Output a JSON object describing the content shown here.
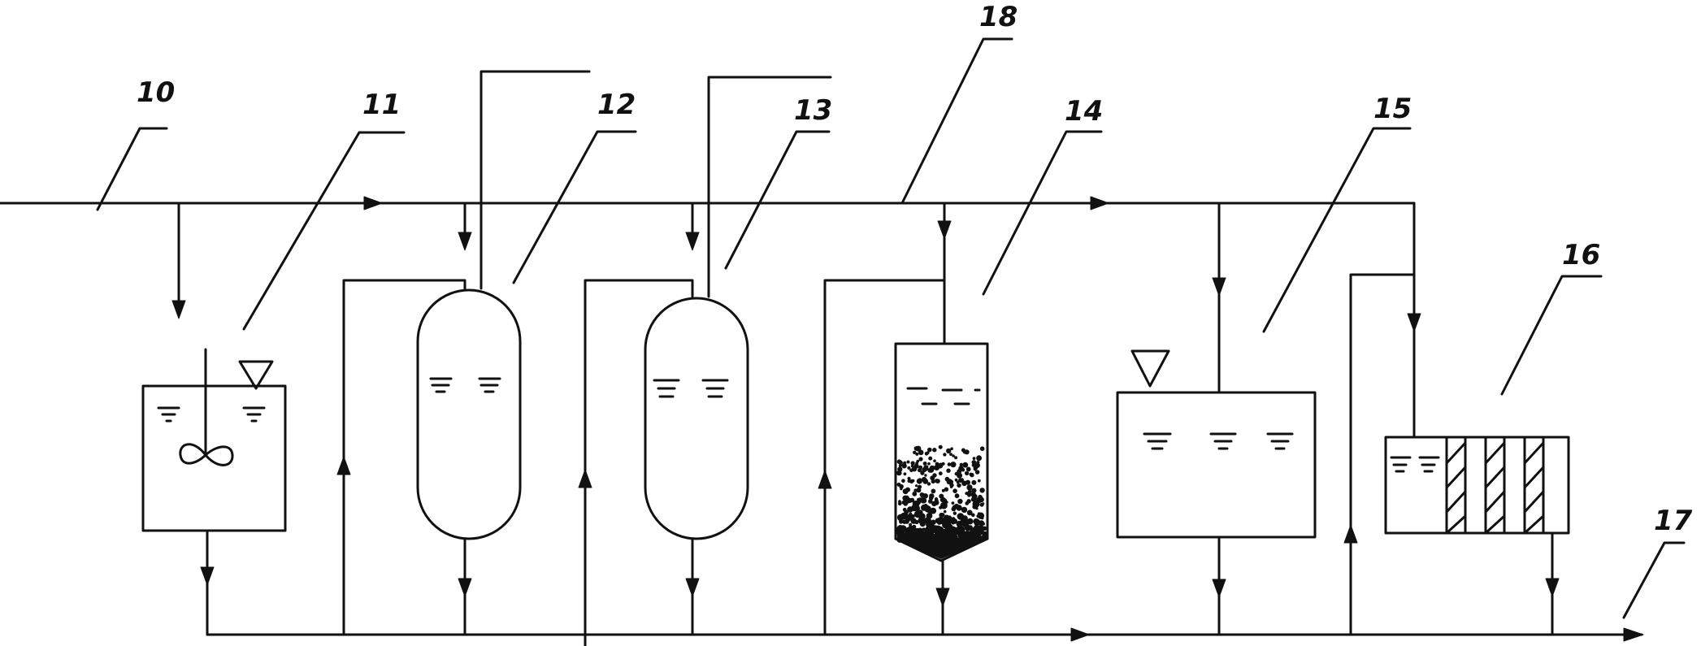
{
  "labels": {
    "n10": "10",
    "n11": "11",
    "n12": "12",
    "n13": "13",
    "n14": "14",
    "n15": "15",
    "n16": "16",
    "n17": "17",
    "n18": "18"
  }
}
